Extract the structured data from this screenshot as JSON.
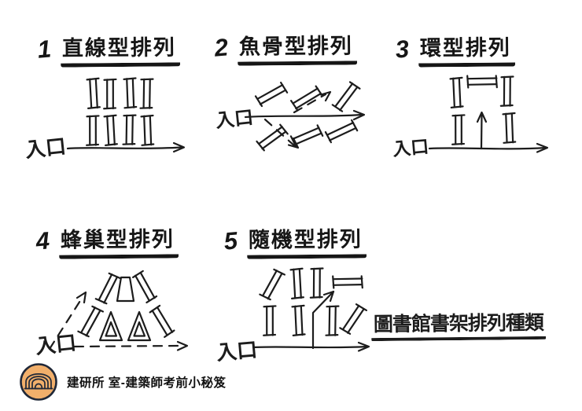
{
  "colors": {
    "background": "#ffffff",
    "ink": "#1c1c1c",
    "logo_fill": "#F1AF6B",
    "logo_outline": "#202838"
  },
  "panels": [
    {
      "number": "1",
      "title": "直線型排列",
      "entrance_label": "入口"
    },
    {
      "number": "2",
      "title": "魚骨型排列",
      "entrance_label": "入口"
    },
    {
      "number": "3",
      "title": "環型排列",
      "entrance_label": "入口"
    },
    {
      "number": "4",
      "title": "蜂巢型排列",
      "entrance_label": "入口"
    },
    {
      "number": "5",
      "title": "隨機型排列",
      "entrance_label": "入口"
    }
  ],
  "caption": {
    "text": "圖書館書架排列種類"
  },
  "footer": {
    "brand": "建研所 室-建築師考前小秘笈",
    "logo_icon": "arch-icon",
    "logo_fill": "#F1AF6B",
    "logo_outline": "#202838"
  }
}
